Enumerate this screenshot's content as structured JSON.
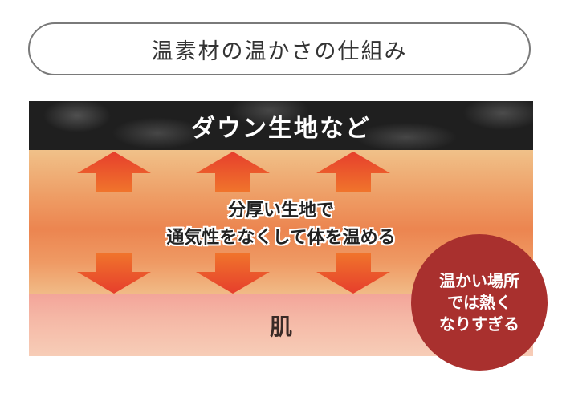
{
  "title": "温素材の温かさの仕組み",
  "layers": {
    "fabric_label": "ダウン生地など",
    "skin_label": "肌"
  },
  "center_text": {
    "line1": "分厚い生地で",
    "line2": "通気性をなくして体を温める"
  },
  "badge": {
    "line1": "温かい場所",
    "line2": "では熱く",
    "line3": "なりすぎる"
  },
  "colors": {
    "fabric": "#1f1f1f",
    "warm_layer": "#ec8550",
    "skin": "#f5b8a6",
    "arrow": "#e8502c",
    "badge": "#a9302e"
  },
  "arrows": {
    "up_count": 3,
    "down_count": 3
  }
}
